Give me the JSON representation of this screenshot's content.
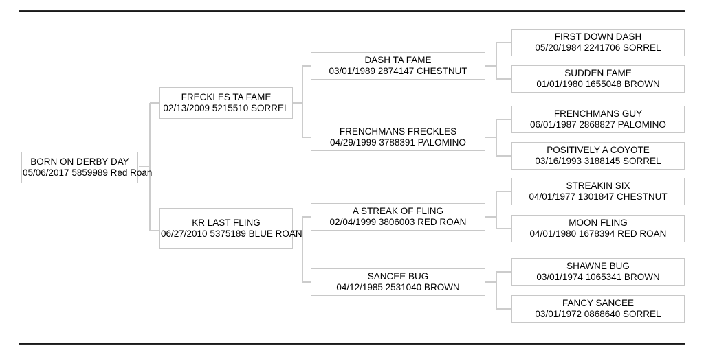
{
  "document": {
    "type": "pedigree-chart",
    "rule_color": "#2b2b2b",
    "box_border_color": "#c8c8c8",
    "connector_color": "#cccccc"
  },
  "pedigree": {
    "generations": 4,
    "nodes": [
      {
        "id": "n0",
        "gen": 0,
        "name": "BORN ON DERBY DAY",
        "details": "05/06/2017 5859989 Red Roan",
        "date": "05/06/2017",
        "registration": "5859989",
        "color": "Red Roan"
      },
      {
        "id": "n1",
        "gen": 1,
        "name": "FRECKLES TA FAME",
        "details": "02/13/2009 5215510 SORREL",
        "date": "02/13/2009",
        "registration": "5215510",
        "color": "SORREL"
      },
      {
        "id": "n2",
        "gen": 1,
        "name": "KR LAST FLING",
        "details": "06/27/2010 5375189 BLUE ROAN",
        "date": "06/27/2010",
        "registration": "5375189",
        "color": "BLUE ROAN"
      },
      {
        "id": "n3",
        "gen": 2,
        "name": "DASH TA FAME",
        "details": "03/01/1989 2874147 CHESTNUT",
        "date": "03/01/1989",
        "registration": "2874147",
        "color": "CHESTNUT"
      },
      {
        "id": "n4",
        "gen": 2,
        "name": "FRENCHMANS FRECKLES",
        "details": "04/29/1999 3788391 PALOMINO",
        "date": "04/29/1999",
        "registration": "3788391",
        "color": "PALOMINO"
      },
      {
        "id": "n5",
        "gen": 2,
        "name": "A STREAK OF FLING",
        "details": "02/04/1999 3806003 RED ROAN",
        "date": "02/04/1999",
        "registration": "3806003",
        "color": "RED ROAN"
      },
      {
        "id": "n6",
        "gen": 2,
        "name": "SANCEE BUG",
        "details": "04/12/1985 2531040 BROWN",
        "date": "04/12/1985",
        "registration": "2531040",
        "color": "BROWN"
      },
      {
        "id": "n7",
        "gen": 3,
        "name": "FIRST DOWN DASH",
        "details": "05/20/1984 2241706 SORREL",
        "date": "05/20/1984",
        "registration": "2241706",
        "color": "SORREL"
      },
      {
        "id": "n8",
        "gen": 3,
        "name": "SUDDEN FAME",
        "details": "01/01/1980 1655048 BROWN",
        "date": "01/01/1980",
        "registration": "1655048",
        "color": "BROWN"
      },
      {
        "id": "n9",
        "gen": 3,
        "name": "FRENCHMANS GUY",
        "details": "06/01/1987 2868827 PALOMINO",
        "date": "06/01/1987",
        "registration": "2868827",
        "color": "PALOMINO"
      },
      {
        "id": "n10",
        "gen": 3,
        "name": "POSITIVELY A COYOTE",
        "details": "03/16/1993 3188145 SORREL",
        "date": "03/16/1993",
        "registration": "3188145",
        "color": "SORREL"
      },
      {
        "id": "n11",
        "gen": 3,
        "name": "STREAKIN SIX",
        "details": "04/01/1977 1301847 CHESTNUT",
        "date": "04/01/1977",
        "registration": "1301847",
        "color": "CHESTNUT"
      },
      {
        "id": "n12",
        "gen": 3,
        "name": "MOON FLING",
        "details": "04/01/1980 1678394 RED ROAN",
        "date": "04/01/1980",
        "registration": "1678394",
        "color": "RED ROAN"
      },
      {
        "id": "n13",
        "gen": 3,
        "name": "SHAWNE BUG",
        "details": "03/01/1974 1065341 BROWN",
        "date": "03/01/1974",
        "registration": "1065341",
        "color": "BROWN"
      },
      {
        "id": "n14",
        "gen": 3,
        "name": "FANCY SANCEE",
        "details": "03/01/1972 0868640 SORREL",
        "date": "03/01/1972",
        "registration": "0868640",
        "color": "SORREL"
      }
    ]
  }
}
